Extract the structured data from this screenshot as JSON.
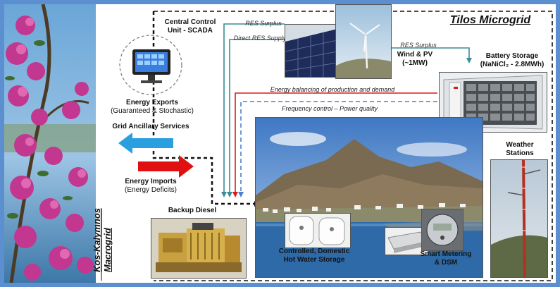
{
  "diagram": {
    "title": "Tilos Microgrid",
    "macrogrid_label": "Kos-Kalymnos Macrogrid",
    "control_unit": {
      "line1": "Central Control",
      "line2": "Unit - SCADA"
    },
    "energy_exports": {
      "title": "Energy Exports",
      "subtitle": "(Guaranteed & Stochastic)"
    },
    "grid_services": "Grid Ancillary Services",
    "energy_imports": {
      "title": "Energy Imports",
      "subtitle": "(Energy Deficits)"
    },
    "backup_diesel": "Backup Diesel",
    "res_surplus_left": "RES Surplus",
    "direct_res_supply": "Direct RES Supply",
    "res_surplus_right": "RES Surplus",
    "wind_pv": {
      "line1": "Wind & PV",
      "line2": "(~1MW)"
    },
    "battery": {
      "line1": "Battery Storage",
      "line2": "(NaNiCl₂ - 2.8MWh)"
    },
    "energy_balancing": "Energy balancing of production and demand",
    "frequency_control": "Frequency control – Power quality",
    "weather": {
      "line1": "Weather",
      "line2": "Stations"
    },
    "hot_water": {
      "line1": "Controlled, Domestic",
      "line2": "Hot Water Storage"
    },
    "smart_metering": {
      "line1": "Smart Metering",
      "line2": "& DSM"
    }
  },
  "colors": {
    "frame": "#5b8fd0",
    "teal_line": "#3a8c96",
    "red_line": "#e01818",
    "blue_dashed": "#4a7fd0",
    "export_arrow": "#2a9fe0",
    "import_arrow": "#e01010"
  }
}
